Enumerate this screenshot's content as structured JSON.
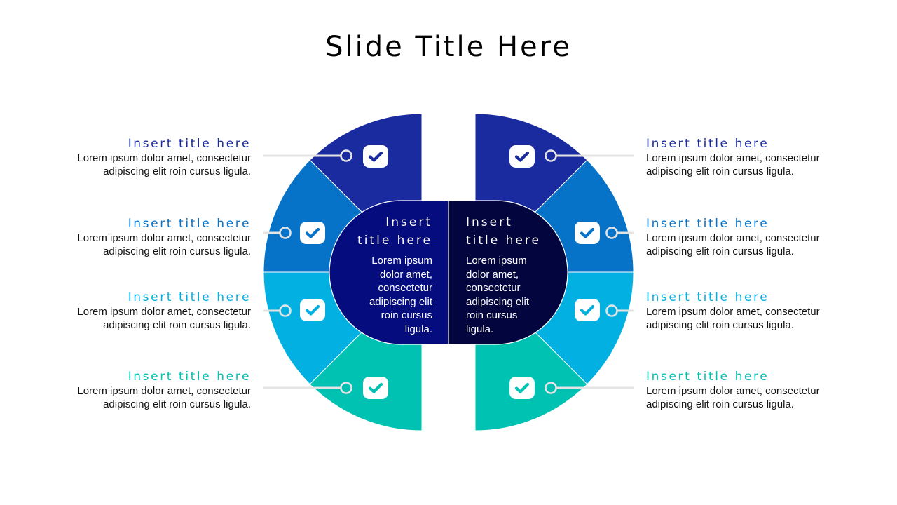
{
  "slide": {
    "title": "Slide Title Here"
  },
  "colors": {
    "segment_1": "#1a2ba0",
    "segment_2": "#0673c9",
    "segment_3": "#03b0e2",
    "segment_4": "#00c2b3",
    "center_left": "#050c7e",
    "center_right": "#03053f",
    "connector_line": "#e4e4e4"
  },
  "left_items": [
    {
      "title": "Insert title here",
      "body_line1": "Lorem ipsum dolor amet, consectetur",
      "body_line2": "adipiscing elit roin cursus ligula.",
      "icon": "check-icon"
    },
    {
      "title": "Insert title here",
      "body_line1": "Lorem ipsum dolor amet, consectetur",
      "body_line2": "adipiscing elit roin cursus ligula.",
      "icon": "check-icon"
    },
    {
      "title": "Insert title here",
      "body_line1": "Lorem ipsum dolor amet, consectetur",
      "body_line2": "adipiscing elit roin cursus ligula.",
      "icon": "check-icon"
    },
    {
      "title": "Insert title here",
      "body_line1": "Lorem ipsum dolor amet, consectetur",
      "body_line2": "adipiscing elit roin cursus ligula.",
      "icon": "check-icon"
    }
  ],
  "right_items": [
    {
      "title": "Insert title here",
      "body_line1": "Lorem ipsum dolor amet, consectetur",
      "body_line2": "adipiscing elit roin cursus ligula.",
      "icon": "check-icon"
    },
    {
      "title": "Insert title here",
      "body_line1": "Lorem ipsum dolor amet, consectetur",
      "body_line2": "adipiscing elit roin cursus ligula.",
      "icon": "check-icon"
    },
    {
      "title": "Insert title here",
      "body_line1": "Lorem ipsum dolor amet, consectetur",
      "body_line2": "adipiscing elit roin cursus ligula.",
      "icon": "check-icon"
    },
    {
      "title": "Insert title here",
      "body_line1": "Lorem ipsum dolor amet, consectetur",
      "body_line2": "adipiscing elit roin cursus ligula.",
      "icon": "check-icon"
    }
  ],
  "center": {
    "left": {
      "title_line1": "Insert",
      "title_line2": "title here",
      "body": [
        "Lorem ipsum",
        "dolor amet,",
        "consectetur",
        "adipiscing elit",
        "roin cursus",
        "ligula."
      ]
    },
    "right": {
      "title_line1": "Insert",
      "title_line2": "title here",
      "body": [
        "Lorem ipsum",
        "dolor amet,",
        "consectetur",
        "adipiscing elit",
        "roin cursus",
        "ligula."
      ]
    }
  }
}
